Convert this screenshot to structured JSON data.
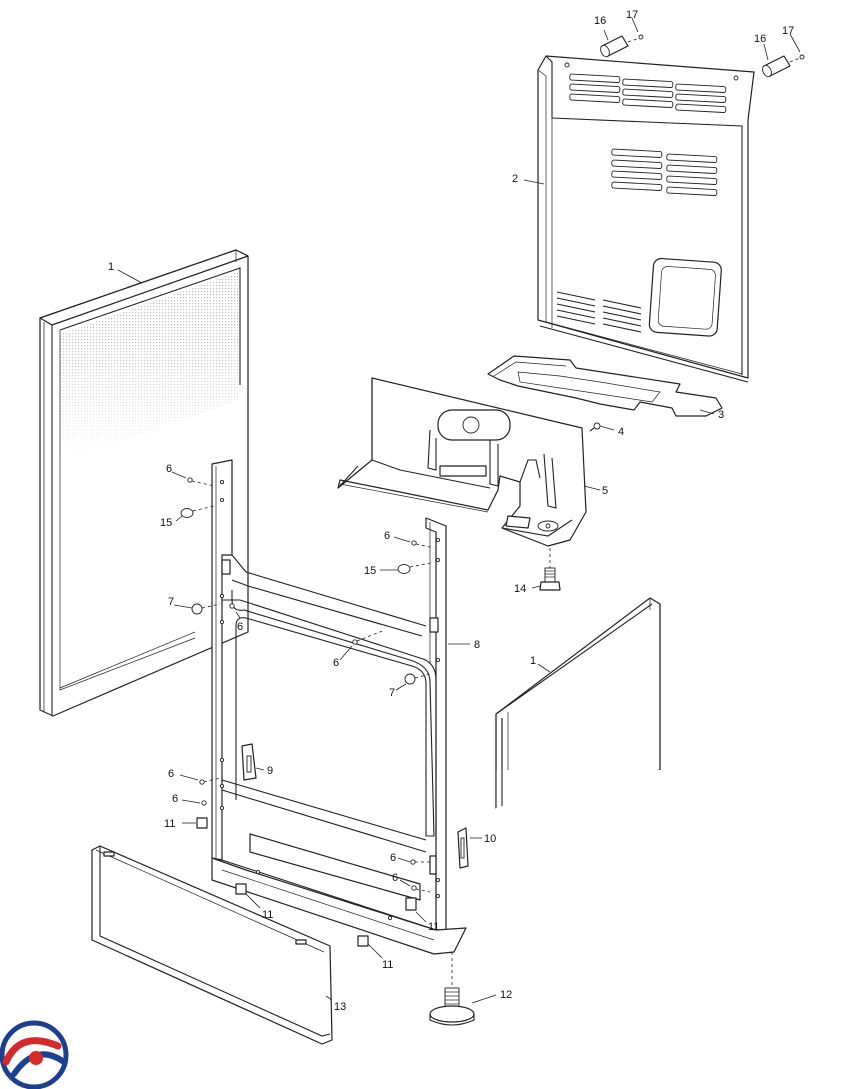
{
  "diagram": {
    "callouts": {
      "c1a": "1",
      "c1b": "1",
      "c2": "2",
      "c3": "3",
      "c4": "4",
      "c5": "5",
      "c6a": "6",
      "c6b": "6",
      "c6c": "6",
      "c6d": "6",
      "c6e": "6",
      "c6f": "6",
      "c6g": "6",
      "c6h": "6",
      "c7a": "7",
      "c7b": "7",
      "c8": "8",
      "c9": "9",
      "c10": "10",
      "c11a": "11",
      "c11b": "11",
      "c11c": "11",
      "c11d": "11",
      "c12": "12",
      "c13": "13",
      "c14": "14",
      "c15a": "15",
      "c15b": "15",
      "c16a": "16",
      "c16b": "16",
      "c17a": "17",
      "c17b": "17"
    },
    "logo": {
      "colors": {
        "blue": "#1d3f8f",
        "red": "#d42a2a"
      }
    }
  }
}
